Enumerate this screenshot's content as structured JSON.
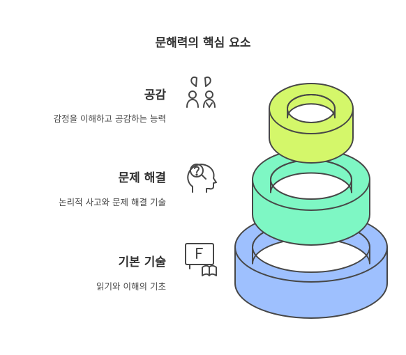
{
  "title": "문해력의 핵심 요소",
  "items": [
    {
      "title": "공감",
      "description": "감정을 이해하고 공감하는 능력",
      "icon": "people-icon",
      "color": "#d4f76a"
    },
    {
      "title": "문제 해결",
      "description": "논리적 사고와 문제 해결 기술",
      "icon": "head-question-icon",
      "color": "#7ef7c4"
    },
    {
      "title": "기본 기술",
      "description": "읽기와 이해의 기초",
      "icon": "screen-book-icon",
      "color": "#9ec0fe"
    }
  ],
  "stroke_color": "#474747"
}
